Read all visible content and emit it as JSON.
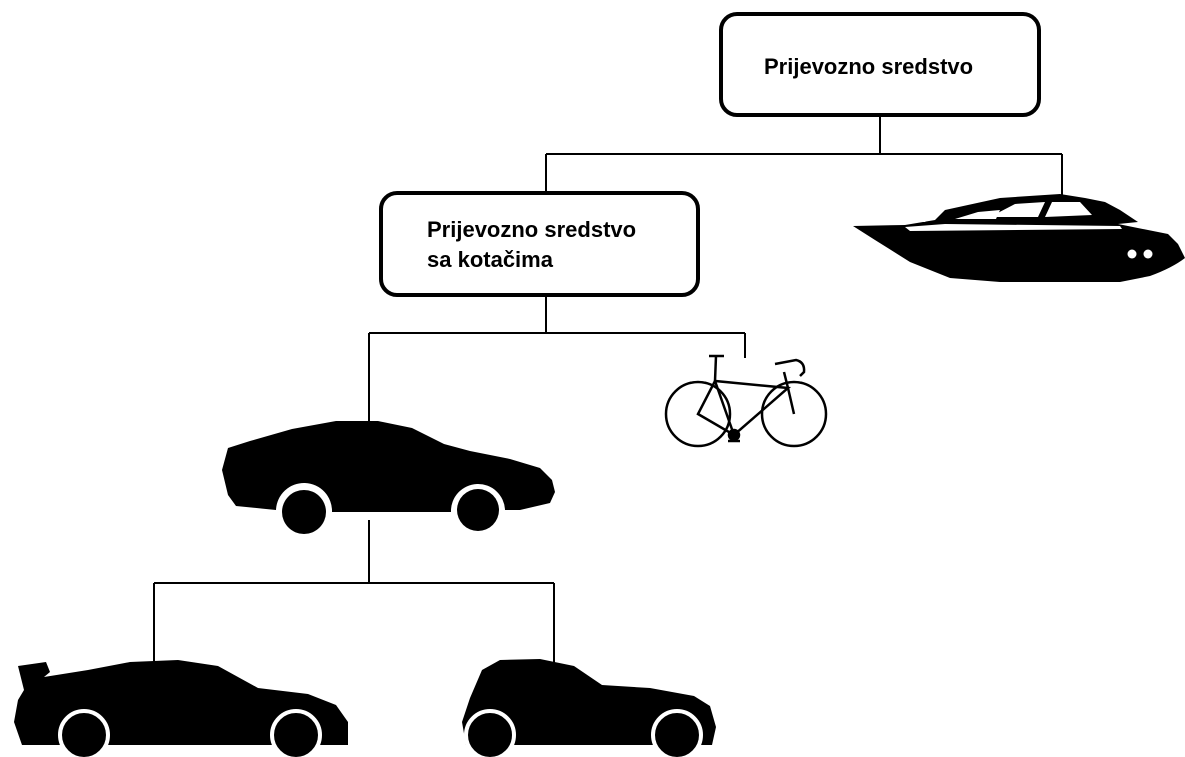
{
  "diagram": {
    "type": "hierarchy",
    "nodes": {
      "root": {
        "label": "Prijevozno sredstvo"
      },
      "wheeled": {
        "label": "Prijevozno sredstvo\nsa kotačima"
      }
    },
    "icons": [
      "yacht-icon",
      "bicycle-icon",
      "sedan-car-icon",
      "sports-car-icon",
      "hatchback-car-icon"
    ],
    "colors": {
      "line": "#000000",
      "fill": "#000000",
      "background": "#ffffff"
    }
  }
}
